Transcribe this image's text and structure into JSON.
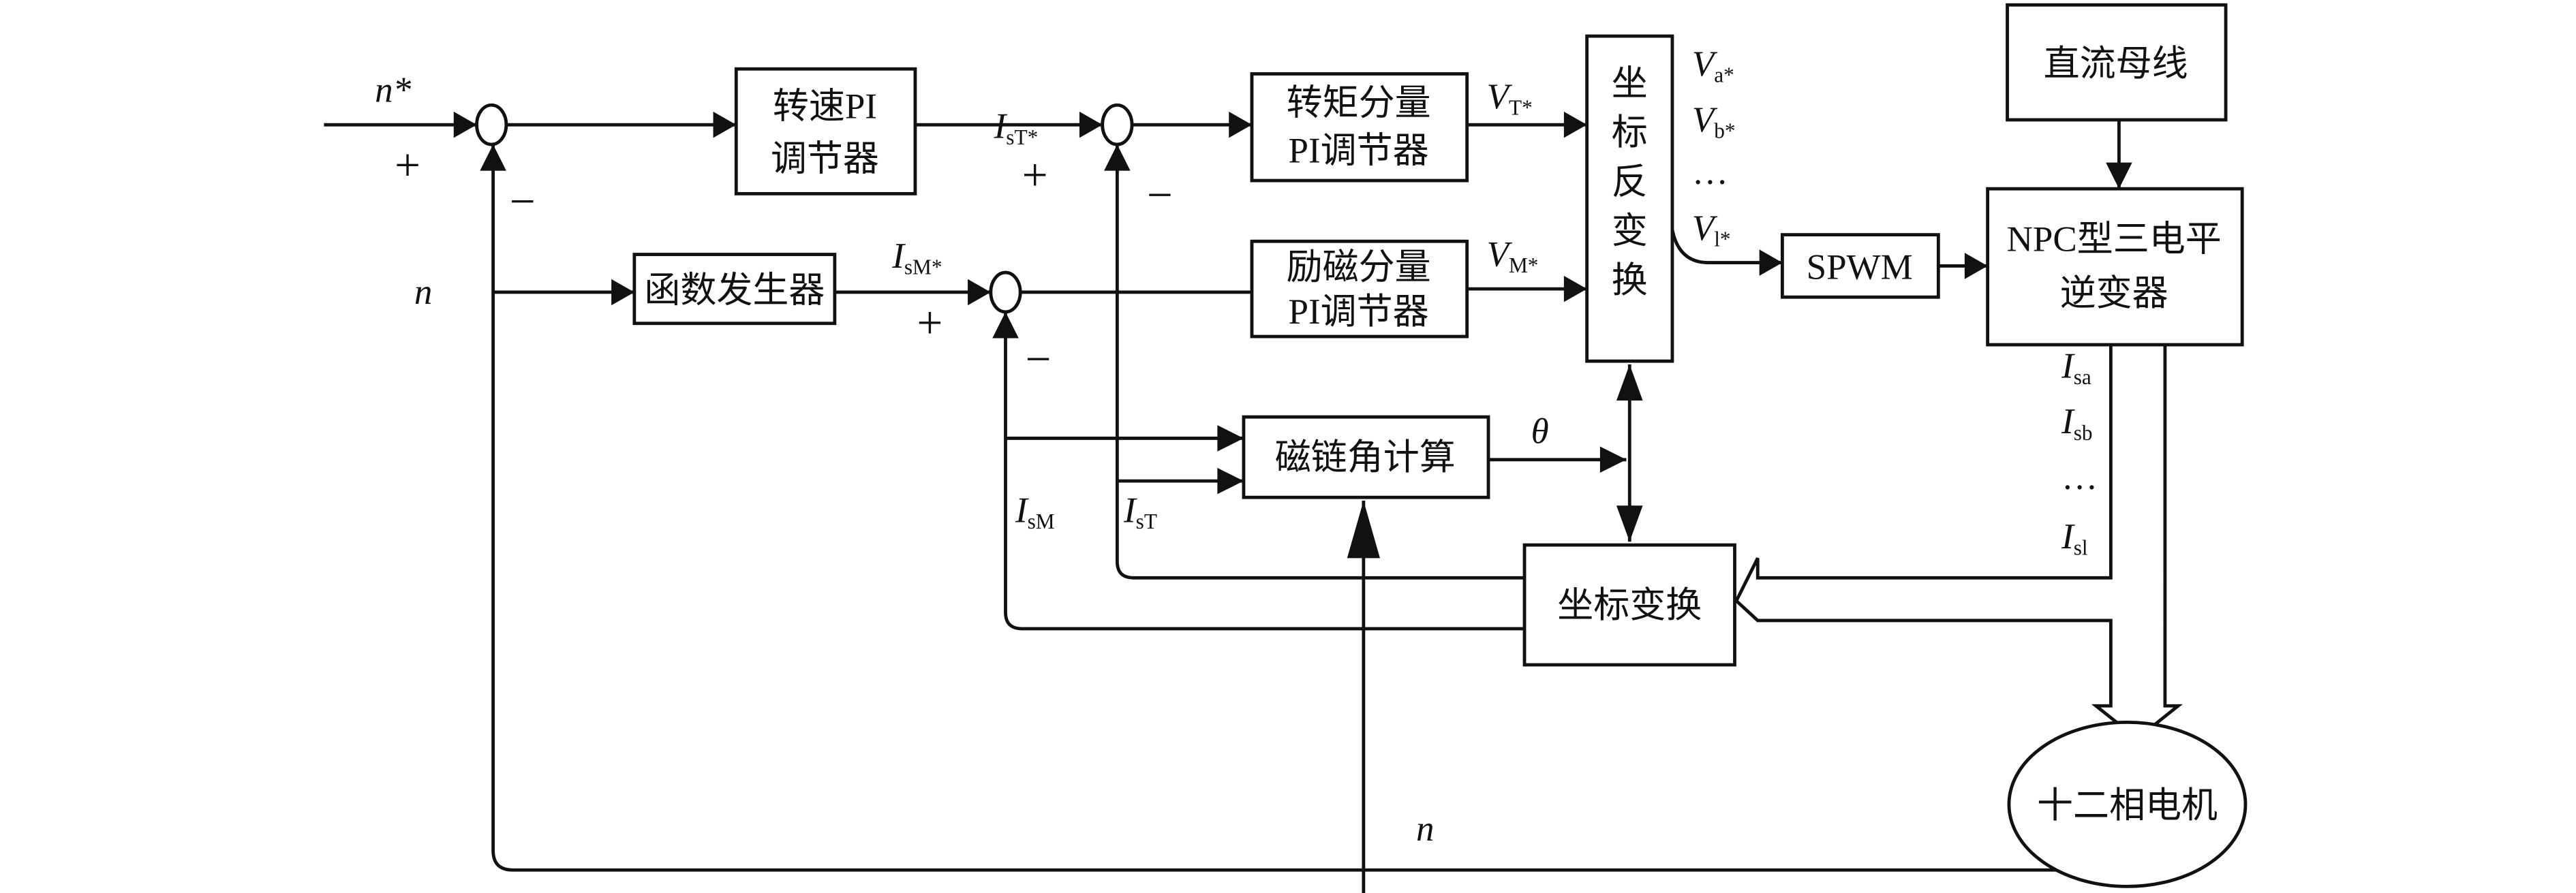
{
  "blocks": {
    "speed_pi": [
      "转速PI",
      "调节器"
    ],
    "torque_pi": [
      "转矩分量",
      "PI调节器"
    ],
    "flux_pi": [
      "励磁分量",
      "PI调节器"
    ],
    "func_gen": "函数发生器",
    "inv_transform": [
      "坐",
      "标",
      "反",
      "变",
      "换"
    ],
    "spwm": "SPWM",
    "dc_bus": "直流母线",
    "inverter": [
      "NPC型三电平",
      "逆变器"
    ],
    "flux_angle": "磁链角计算",
    "transform": "坐标变换",
    "motor": "十二相电机"
  },
  "signals": {
    "n_ref": "n*",
    "n": "n",
    "n_bottom": "n",
    "theta": "θ",
    "ist_ref": {
      "main": "I",
      "sub": "sT*"
    },
    "ism_ref": {
      "main": "I",
      "sub": "sM*"
    },
    "vt_ref": {
      "main": "V",
      "sub": "T*"
    },
    "vm_ref": {
      "main": "V",
      "sub": "M*"
    },
    "ism": {
      "main": "I",
      "sub": "sM"
    },
    "ist": {
      "main": "I",
      "sub": "sT"
    },
    "v_outputs": [
      {
        "main": "V",
        "sub": "a*"
      },
      {
        "main": "V",
        "sub": "b*"
      },
      {
        "main": "…",
        "sub": ""
      },
      {
        "main": "V",
        "sub": "l*"
      }
    ],
    "i_inputs": [
      {
        "main": "I",
        "sub": "sa"
      },
      {
        "main": "I",
        "sub": "sb"
      },
      {
        "main": "…",
        "sub": ""
      },
      {
        "main": "I",
        "sub": "sl"
      }
    ]
  },
  "signs": {
    "plus": "+",
    "minus": "−"
  }
}
